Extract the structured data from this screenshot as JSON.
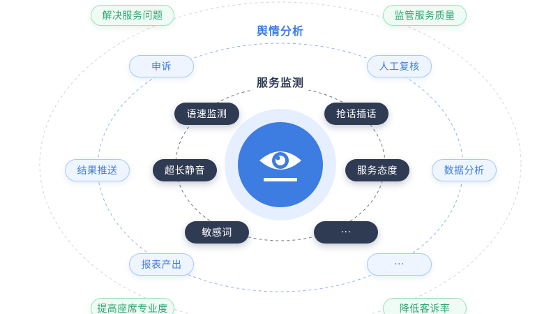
{
  "title_outer": "舆情分析",
  "title_inner": "服务监测",
  "colors": {
    "blue": "#3d7ce0",
    "dark": "#2f3b52",
    "green": "#2aa56d"
  },
  "center_icon": "eye-icon",
  "inner_nodes": [
    "语速监测",
    "抢话插话",
    "超长静音",
    "服务态度",
    "敏感词",
    "···"
  ],
  "middle_nodes": [
    "申诉",
    "人工复核",
    "结果推送",
    "数据分析",
    "报表产出",
    "···"
  ],
  "outer_nodes": [
    "解决服务问题",
    "监管服务质量",
    "提高座席专业度",
    "降低客诉率"
  ]
}
